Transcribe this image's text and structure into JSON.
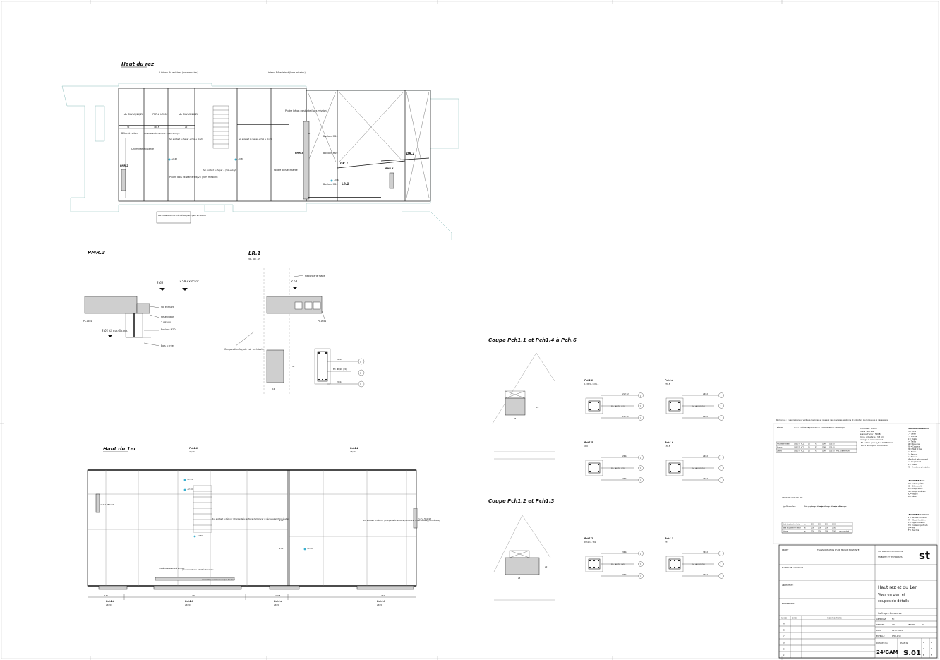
{
  "plan_top": {
    "title": "Haut du rez",
    "notes": [
      "Linteau BA existant (hors mission)",
      "Linteau BA existant (hors mission)",
      "Ax BN4 40/20/20",
      "PMR.1 HE200",
      "Ax BN4 40/20/20",
      "Poutre béton existante (hors mission)",
      "Béton à retirer",
      "Cheminée existante",
      "Sol existant à cheminer + (Sol + vinyl)",
      "Sol existant à chaper + (Sol + vinyl)",
      "Sol existant à chaper + (Sol + vinyl)",
      "Sol existant à chaper + (Sol + vinyl)",
      "Poutre bois existante",
      "Boulons M20",
      "Boulons M20",
      "Boulons M20",
      "DR.1",
      "DR.2",
      "LR.1",
      "PMR.2",
      "PMR.3",
      "PMR.4",
      "Poutre bois existante 6/8/25 (hors mission)",
      "Les niveaux seront précisé sur place par l'architecte"
    ],
    "levels": [
      "+0.63",
      "+0.30",
      "+0.22"
    ],
    "dims": [
      "30",
      "446.5",
      "20",
      "30"
    ]
  },
  "detail_pmr3": {
    "title": "PMR.3",
    "level_a": "2.63",
    "level_b": "2.58 existant",
    "level_c": "2.01 (à confirmer)",
    "labels": [
      "PC16x4",
      "Sol existant",
      "Reservation",
      "2 IPE200",
      "Boulons M20",
      "Bois à créer"
    ]
  },
  "detail_lr1": {
    "title": "LR.1",
    "subtitle": "30 - 360 - 15",
    "level": "2.63",
    "labels": [
      "Maçonnerie filage",
      "PC16x4",
      "Composition façade voir architecte"
    ],
    "rebars": [
      "4Φ12",
      "Etr. Φ6/20 (22)",
      "3Φ14"
    ],
    "dims": [
      "16",
      "40"
    ]
  },
  "section_a": {
    "title": "Coupe Pch1.1 et Pch1.4 à Pch.6",
    "dim_w": "25",
    "dim_h": "20"
  },
  "section_b": {
    "title": "Coupe Pch1.2 et Pch1.3",
    "dim_w": "25",
    "dim_h": "20"
  },
  "beam_sections": [
    {
      "title": "Pch1.1",
      "sub": "1336.5 - Pch1.1",
      "top": "2x∅12",
      "stir": "Etr. Φ6/20 (51)",
      "bot": "2x∅12"
    },
    {
      "title": "Pch1.4",
      "sub": "276.5",
      "top": "2Φ12",
      "stir": "Etr. Φ6/20 (10)",
      "bot": "2Φ12"
    },
    {
      "title": "Pch1.5",
      "sub": "490",
      "top": "2Φ12",
      "stir": "Etr. Φ6/20 (25)",
      "bot": "2Φ12"
    },
    {
      "title": "Pch1.6",
      "sub": "176.5",
      "top": "2Φ12",
      "stir": "Etr. Φ6/20 (10)",
      "bot": "2Φ12"
    },
    {
      "title": "Pch1.2",
      "sub": "Pch1.1 - 781",
      "top": "3Φ12",
      "stir": "Etr. Φ6/20 (40)",
      "bot": "3Φ12"
    },
    {
      "title": "Pch1.3",
      "sub": "277",
      "top": "3Φ12",
      "stir": "Etr. Φ6/20 (20)",
      "bot": "3Φ12"
    }
  ],
  "plan_bottom": {
    "title": "Haut du 1er",
    "beam_tags": [
      "Pch1.1",
      "Pch1.2"
    ],
    "beam_tags_sub": [
      "25/20",
      "25/20"
    ],
    "bottom_tags": [
      "Pch1.6",
      "Pch1.5",
      "Pch1.4",
      "Pch1.3"
    ],
    "bottom_tags_sub": [
      "25/20",
      "25/20",
      "25/20",
      "25/20"
    ],
    "dims": [
      "176.5",
      "490",
      "276.5",
      "277"
    ],
    "notes": [
      "Mur existant à démolir (charpente à renforcer/remplacer si nécessaire) (hors étude)",
      "Mur existant à démolir (charpente à renforcer/remplacer si nécessaire) (hors étude)",
      "Fenêtre existante à enlever",
      "panne existante 15/22 à désolider",
      "Assembler les 2 pannes par boulons",
      "2 LP 2 HEA140",
      "2 LP",
      "2 LP",
      "2 LP 2 HEA140"
    ],
    "levels": [
      "+2.59",
      "+2.50",
      "+2.60",
      "+2.60"
    ]
  },
  "remark": "Remarque : - L'entrepreneur vérifiera les cotes et niveaux des ouvrages existants et adaptera les longueurs si nécessaire",
  "title_block": {
    "projet_label": "PROJET",
    "projet_value": "TRANSFORMATION D'UNE MAISON EXISTANTE",
    "maitre_label": "MAITRE DE L'OUVRAGE",
    "architecte_label": "ARCHITECTE",
    "entreprises_label": "ENTREPRISES",
    "office_line1": "S.A. BUREAU D'ETUDES EN",
    "office_line2": "STABILITE ET TECHNIQUES",
    "logo": "st",
    "drawing_title_1": "Haut rez et du 1er",
    "drawing_title_2": "Vues en plan et",
    "drawing_title_3": "coupes de détails",
    "drawing_type": "Coffrage - Armatures",
    "col_indice": "INDICE",
    "col_date": "DATE",
    "col_modifs": "MODIFICATIONS",
    "indices": [
      "A",
      "B",
      "C",
      "D",
      "E",
      "F"
    ],
    "row_a_date": "--",
    "row_a_mod": "--",
    "approuve_label": "APPROUVE",
    "approuve_value": "FC",
    "dessine_label": "DESSINE",
    "dessine_value": "GD",
    "verifie_label": "VERIFIE",
    "verifie_value": "FC",
    "date_label": "DATE",
    "date_value": "12.07.2024",
    "echelle_label": "ECHELLE",
    "echelle_value": "1/50-1/10",
    "dossier_label": "DOSSIER No",
    "dossier_value": "24/GAM",
    "plan_label": "PLAN No",
    "plan_value": "S.01",
    "abc": [
      "A",
      "B",
      "C",
      "D",
      "E",
      "F"
    ]
  },
  "legend": {
    "table1_head": [
      "BÉTONS",
      "Classe de résistance",
      "Classe d'exposition",
      "Dmax",
      "Classe de consistance",
      "Ciment",
      "Teneur en chlorures",
      "Remarques"
    ],
    "table1_rows": [
      [
        "Poutres/linteaux",
        "C30/37",
        "XC1",
        "16",
        "F3",
        "CEM",
        "Cl 0.20",
        ""
      ],
      [
        "Appuis",
        "C30/37",
        "XC1",
        "16",
        "F3",
        "CEM",
        "Cl 0.20",
        ""
      ],
      [
        "Dalles",
        "C30/37",
        "XC1",
        "16",
        "F3",
        "CEM",
        "Cl 0.20",
        "PdS / Dalle fournit"
      ]
    ],
    "armatures_title": "Armatures : B500B",
    "armatures_lines": [
      "Treillis : SIA 262",
      "Nuance d'acier : 500 B",
      "Enrob. armatures : 3/3 cm",
      "Ancrage et recouvrement :",
      "- 60 x diam. pour F_tk = 500 N/mm²",
      "- 124 x diam. pour 500 ou 128"
    ],
    "legend_arm_title": "LEGENDE Armatures",
    "legend_arm": [
      "Ex = Etrier",
      "C = Cadre",
      "E = Epingle",
      "St = Stabile",
      "ø = Treillis",
      "NK = Nervures",
      "SW = Coupleur",
      "HN = Haut et bas",
      "B = Barres",
      "R = Nervuré",
      "N = Nervuré",
      "AR = Arrêt retournement",
      "C = Couplement",
      "St = Stabile",
      "PC = Armatures principales"
    ],
    "legend_beton_title": "LEGENDE Bétons",
    "legend_beton": [
      "LP = Linteau préfab.",
      "BC = Béton coulé",
      "RC = Rump. Béton",
      "RS = Rump. Supérieur",
      "RC = Rayure",
      "BL = Béton"
    ],
    "charges_title": "CHARGES SUR DALLES",
    "charges_head": [
      "Type/Niveau/Zone",
      "Poids propre",
      "Charge de surface",
      "Charge utile",
      "Charge de neige",
      "Charge totale",
      "Remarque"
    ],
    "charges_rows": [
      [
        "Haut du plancher bois",
        "ex",
        "2.00",
        "1.00",
        "2.00",
        "3.00",
        ""
      ],
      [
        "Haut du plancher béton",
        "ex",
        "2.00",
        "1.00",
        "2.00",
        "3.00",
        ""
      ],
      [
        "Toiture",
        "ex",
        "1.50",
        "0.50",
        "0.80",
        "2.00",
        "cas standard"
      ]
    ],
    "legend_fond_title": "LEGENDE Fondations",
    "legend_fond": [
      "SF = Semelle fondation",
      "MF = Massif fondation",
      "AF = Appui fondation",
      "FP = Fondation profonde",
      "EP = Pieu",
      "PF = Pieu foré"
    ]
  }
}
